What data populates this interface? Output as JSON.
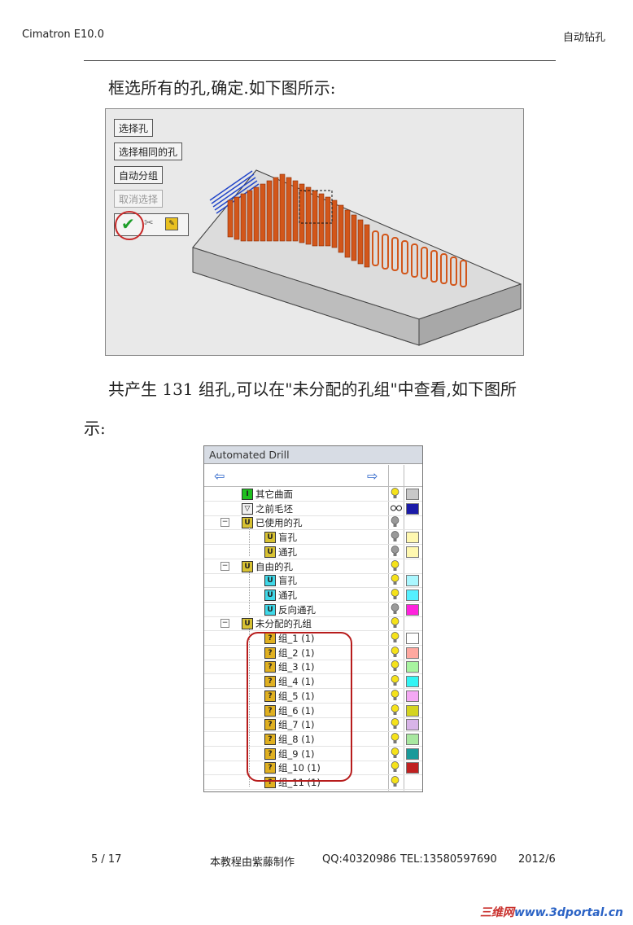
{
  "header": {
    "left": "Cimatron E10.0",
    "right": "自动钻孔"
  },
  "paragraphs": {
    "p1": "框选所有的孔,确定.如下图所示:",
    "p2": "共产生 131 组孔,可以在\"未分配的孔组\"中查看,如下图所",
    "p3": "示:"
  },
  "shot1": {
    "buttons": [
      "选择孔",
      "选择相同的孔",
      "自动分组",
      "取消选择"
    ]
  },
  "shot2": {
    "title": "Automated Drill",
    "rows": [
      {
        "label": "其它曲面",
        "icon": "I",
        "bulb": "on",
        "swatch": "#c8c8c8"
      },
      {
        "label": "之前毛坯",
        "icon": "□",
        "bulb": "glasses",
        "swatch": "#1a1aa8"
      },
      {
        "label": "已使用的孔",
        "icon": "U",
        "bulb": "off",
        "swatch": ""
      },
      {
        "label": "盲孔",
        "icon": "U",
        "bulb": "off",
        "swatch": "#fff8b0"
      },
      {
        "label": "通孔",
        "icon": "U",
        "bulb": "off",
        "swatch": "#fff8b0"
      },
      {
        "label": "自由的孔",
        "icon": "U",
        "bulb": "on",
        "swatch": ""
      },
      {
        "label": "盲孔",
        "icon": "U",
        "bulb": "on",
        "swatch": "#aaf7ff"
      },
      {
        "label": "通孔",
        "icon": "U",
        "bulb": "on",
        "swatch": "#55f0ff"
      },
      {
        "label": "反向通孔",
        "icon": "U",
        "bulb": "off",
        "swatch": "#ff22dd"
      },
      {
        "label": "未分配的孔组",
        "icon": "U",
        "bulb": "on",
        "swatch": ""
      },
      {
        "label": "组_1 (1)",
        "icon": "?",
        "bulb": "on",
        "swatch": "#ffffff"
      },
      {
        "label": "组_2 (1)",
        "icon": "?",
        "bulb": "on",
        "swatch": "#ffa8a0"
      },
      {
        "label": "组_3 (1)",
        "icon": "?",
        "bulb": "on",
        "swatch": "#a8f4a0"
      },
      {
        "label": "组_4 (1)",
        "icon": "?",
        "bulb": "on",
        "swatch": "#33f4f4"
      },
      {
        "label": "组_5 (1)",
        "icon": "?",
        "bulb": "on",
        "swatch": "#f4a8f4"
      },
      {
        "label": "组_6 (1)",
        "icon": "?",
        "bulb": "on",
        "swatch": "#d4d420"
      },
      {
        "label": "组_7 (1)",
        "icon": "?",
        "bulb": "on",
        "swatch": "#d8b4e8"
      },
      {
        "label": "组_8 (1)",
        "icon": "?",
        "bulb": "on",
        "swatch": "#a8e8a0"
      },
      {
        "label": "组_9 (1)",
        "icon": "?",
        "bulb": "on",
        "swatch": "#1a9a9a"
      },
      {
        "label": "组_10 (1)",
        "icon": "?",
        "bulb": "on",
        "swatch": "#c02020"
      },
      {
        "label": "组_11 (1)",
        "icon": "?",
        "bulb": "on",
        "swatch": ""
      }
    ]
  },
  "footer": {
    "page": "5 / 17",
    "author": "本教程由紫藤制作",
    "qq": "QQ:40320986",
    "tel": "TEL:13580597690",
    "date": "2012/6"
  },
  "watermark": {
    "text1": "三维网",
    "text2": "www.3dportal.cn"
  },
  "colors": {
    "accent_red": "#c62828",
    "hole_orange": "#d2561a",
    "link_blue": "#2a63c9"
  }
}
